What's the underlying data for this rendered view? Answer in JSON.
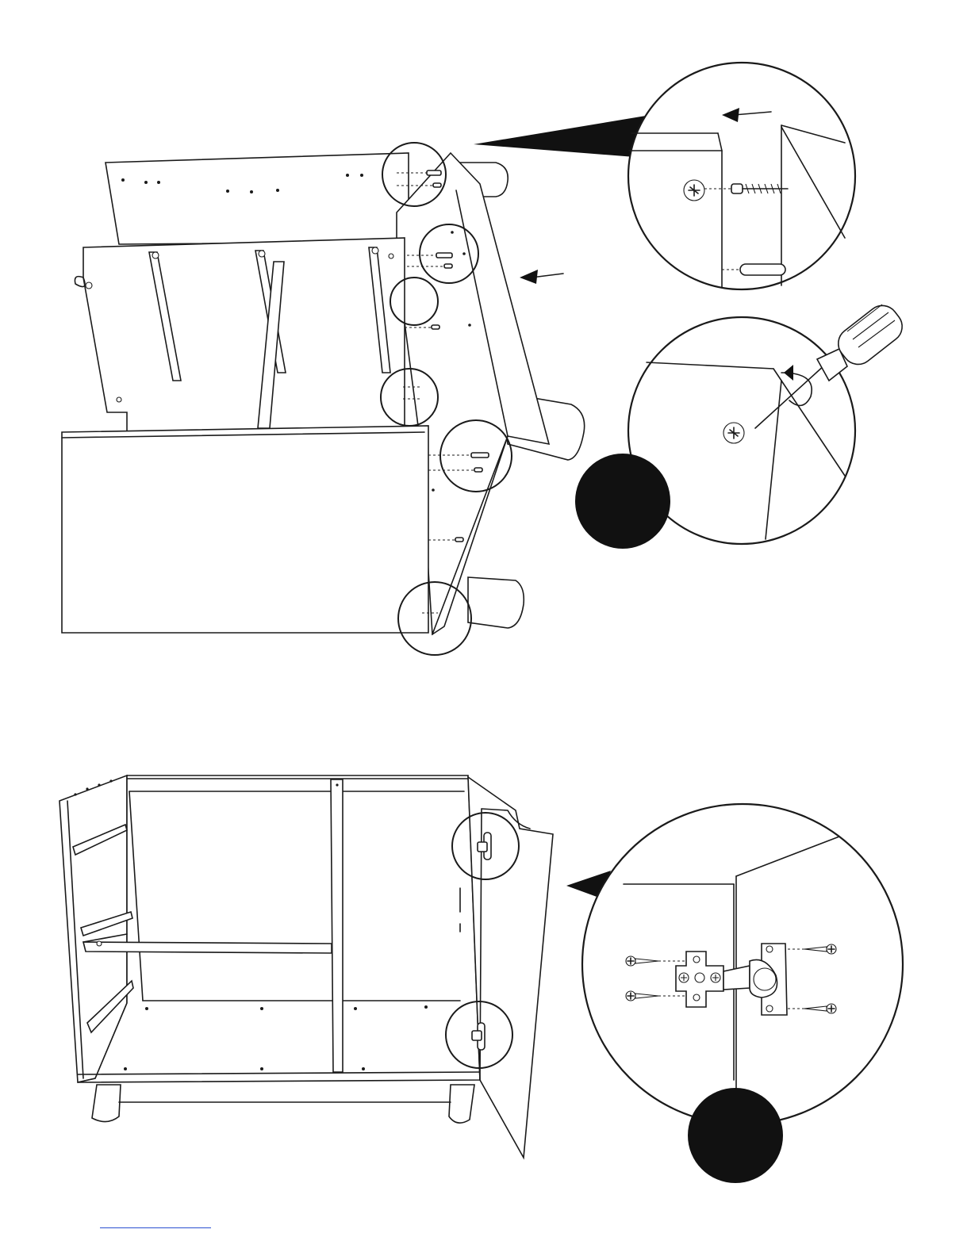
{
  "colors": {
    "line": "#1a1a1a",
    "badge": "#111111",
    "background": "#ffffff",
    "link_underline": "#2a4fd0"
  },
  "figures": {
    "top": {
      "steps": [
        "attach-side-panel",
        "tighten-cam-bolt"
      ],
      "step_badge_text": ""
    },
    "bottom": {
      "steps": [
        "attach-door-hinge"
      ],
      "step_badge_text": ""
    }
  },
  "icons": [
    "screw-icon",
    "cam-bolt-icon",
    "cam-lock-icon",
    "dowel-icon",
    "screwdriver-icon",
    "hinge-icon",
    "arrow-icon"
  ]
}
